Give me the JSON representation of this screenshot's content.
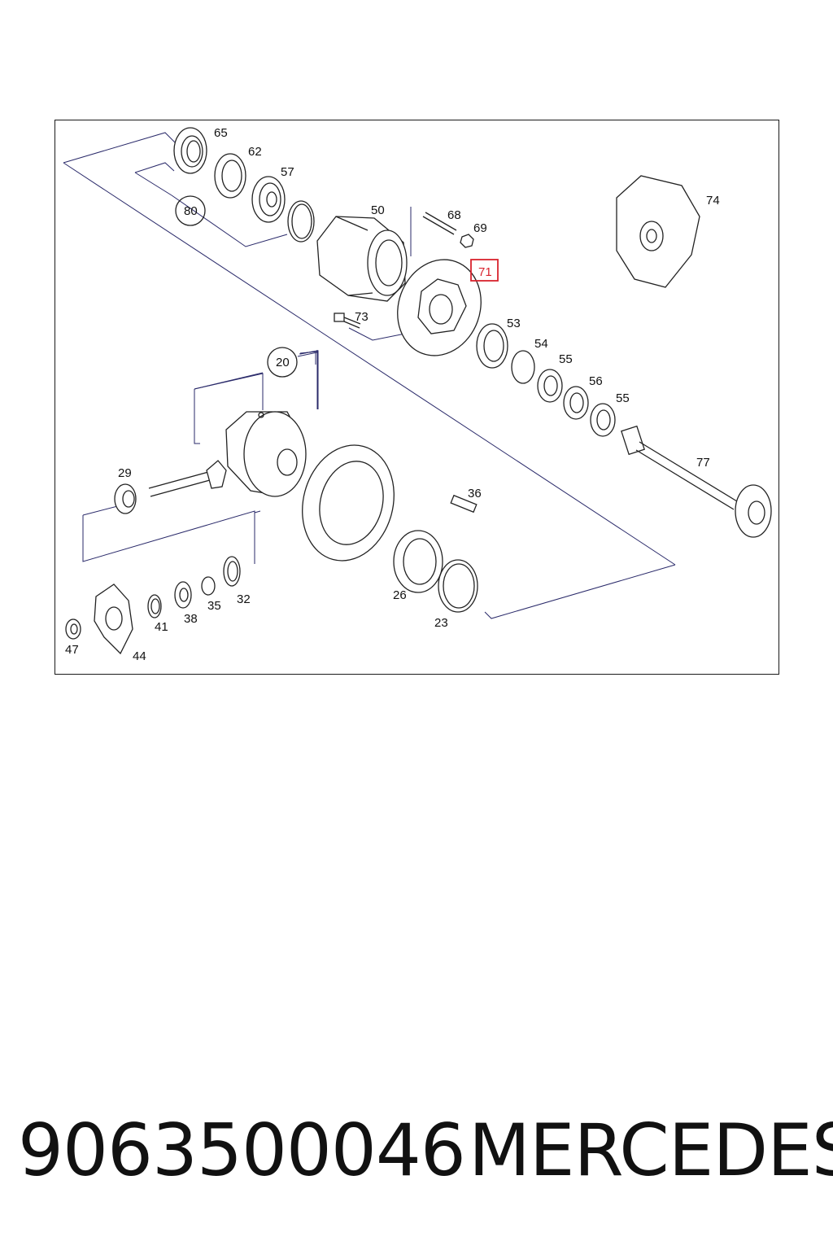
{
  "part_number": "9063500046",
  "brand": "MERCEDES",
  "highlighted_callout": "71",
  "colors": {
    "highlight": "#d9232e",
    "leader_lines": "#2a2a6a",
    "outline": "#222222"
  },
  "callouts": {
    "c65": "65",
    "c62": "62",
    "c57": "57",
    "c80": "80",
    "c50": "50",
    "c68": "68",
    "c69": "69",
    "c71": "71",
    "c74": "74",
    "c73": "73",
    "c53": "53",
    "c54": "54",
    "c55a": "55",
    "c56": "56",
    "c55b": "55",
    "c20": "20",
    "c29": "29",
    "c77": "77",
    "c36": "36",
    "c26": "26",
    "c23": "23",
    "c32": "32",
    "c35": "35",
    "c38": "38",
    "c41": "41",
    "c47": "47",
    "c44": "44"
  }
}
